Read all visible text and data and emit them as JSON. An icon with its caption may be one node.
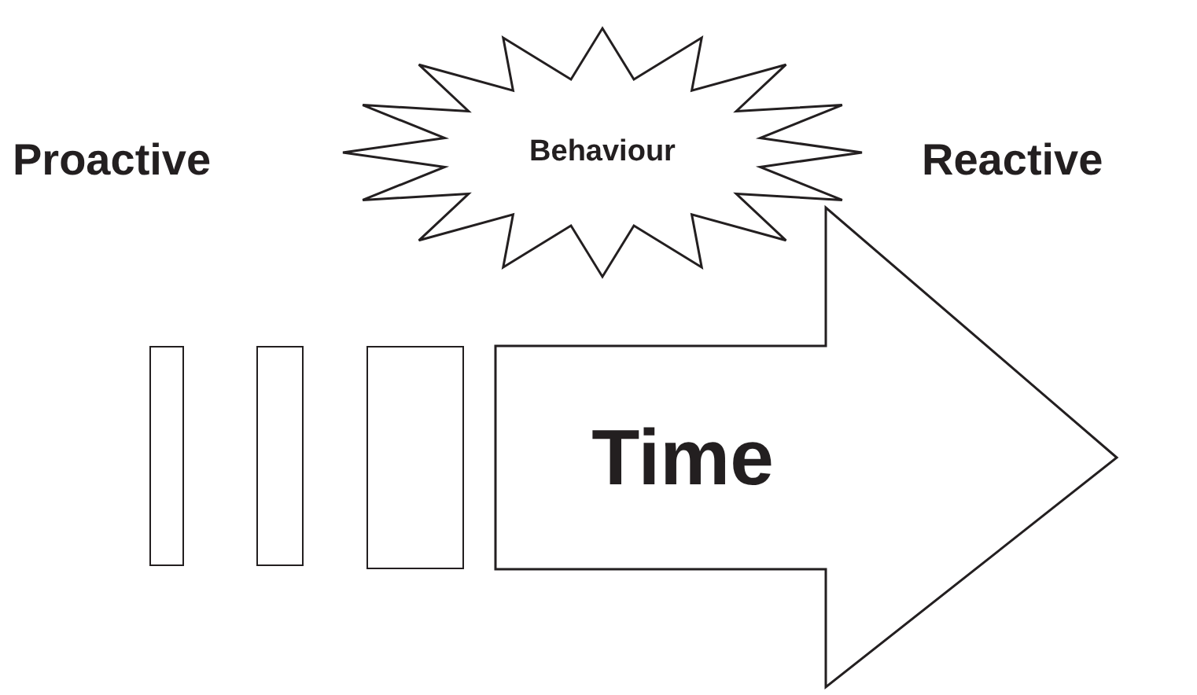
{
  "diagram": {
    "nodes": [
      {
        "text": [
          "Behaviour"
        ]
      },
      {
        "text": [],
        "shape": "bar"
      },
      {
        "text": [],
        "shape": "bar"
      },
      {
        "text": [],
        "shape": "bar"
      },
      {
        "text": [
          "Time"
        ]
      }
    ],
    "labels": [
      "Proactive",
      "Reactive"
    ]
  }
}
